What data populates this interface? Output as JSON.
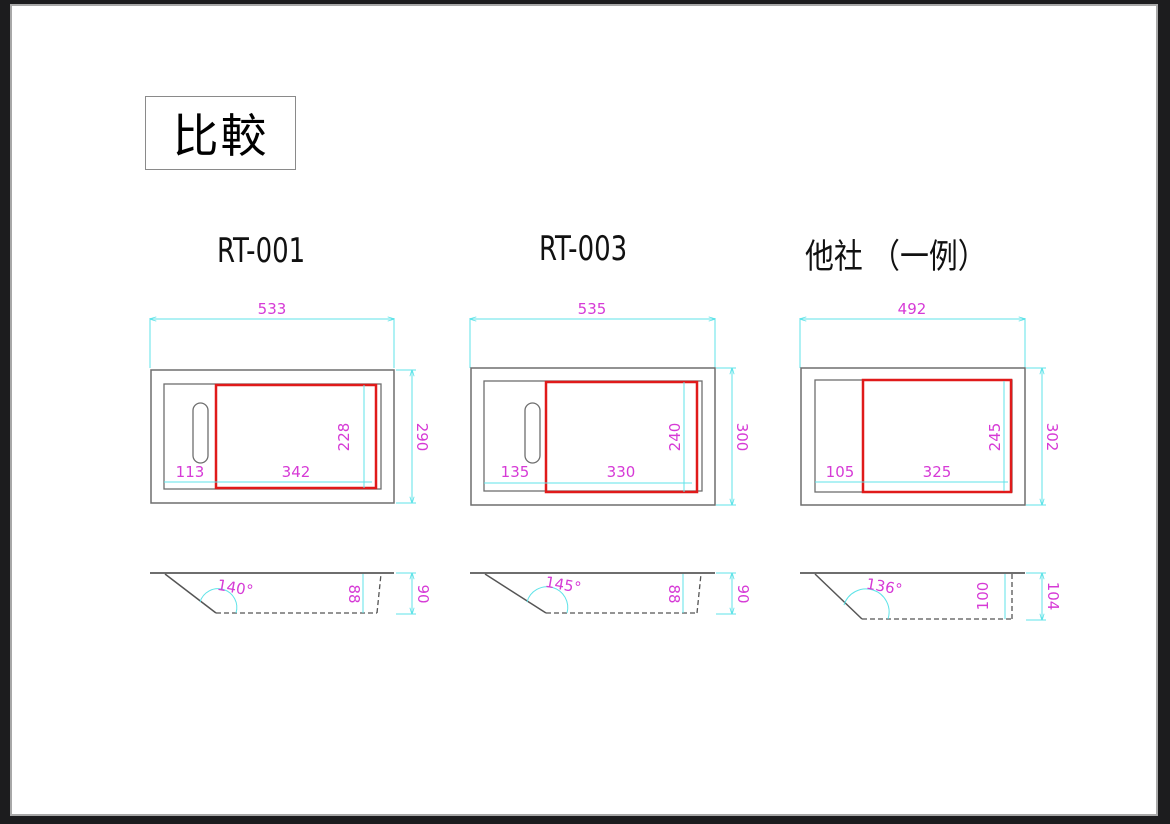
{
  "page": {
    "title": "比較"
  },
  "colors": {
    "outline": "#6e6e6e",
    "highlight": "#e01a1a",
    "dimension_line": "#5fe3e8",
    "dimension_text": "#d63ad6",
    "background": "#ffffff",
    "frame": "#1c1c1e"
  },
  "models": [
    {
      "name": "RT-001",
      "top_view": {
        "overall_width": "533",
        "overall_depth": "290",
        "handle_section_width": "113",
        "tray_width": "342",
        "tray_depth": "228",
        "has_handle_slot": true
      },
      "side_view": {
        "angle": "140°",
        "inner_depth": "88",
        "overall_height": "90"
      }
    },
    {
      "name": "RT-003",
      "top_view": {
        "overall_width": "535",
        "overall_depth": "300",
        "handle_section_width": "135",
        "tray_width": "330",
        "tray_depth": "240",
        "has_handle_slot": true
      },
      "side_view": {
        "angle": "145°",
        "inner_depth": "88",
        "overall_height": "90"
      }
    },
    {
      "name": "他社 （一例）",
      "top_view": {
        "overall_width": "492",
        "overall_depth": "302",
        "handle_section_width": "105",
        "tray_width": "325",
        "tray_depth": "245",
        "has_handle_slot": false
      },
      "side_view": {
        "angle": "136°",
        "inner_depth": "100",
        "overall_height": "104"
      }
    }
  ]
}
